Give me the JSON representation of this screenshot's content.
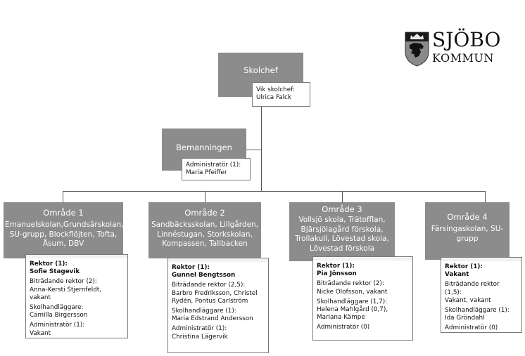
{
  "logo": {
    "name_line1": "SJÖBO",
    "name_line2": "KOMMUN"
  },
  "colors": {
    "box_fill": "#8c8c8c",
    "box_text": "#ffffff",
    "line": "#555555",
    "note_border": "#7a7a7a"
  },
  "skolchef": {
    "title": "Skolchef",
    "note_label": "Vik skolchef:",
    "note_value": "Ulrica Falck"
  },
  "bemanningen": {
    "title": "Bemanningen",
    "note_label": "Administratör (1):",
    "note_value": "Maria Pfeiffer"
  },
  "areas": [
    {
      "title": "Område 1",
      "schools": "Emanuelskolan,Grundsärskolan, SU-grupp, Blockflöjten, Tofta, Åsum, DBV",
      "roles": [
        {
          "label": "Rektor (1):",
          "value": "Sofie Stagevik",
          "bold": true
        },
        {
          "label": "Biträdande rektor (2):",
          "value": "Anna-Kersti Stjernfeldt, vakant"
        },
        {
          "label": "Skolhandläggare:",
          "value": "Camilla Birgersson"
        },
        {
          "label": "Administratör (1):",
          "value": "Vakant"
        }
      ]
    },
    {
      "title": "Område 2",
      "schools": "Sandbäcksskolan, Lillgården, Linnéstugan, Storkskolan, Kompassen, Tallbacken",
      "roles": [
        {
          "label": "Rektor (1):",
          "value": "Gunnel Bengtsson",
          "bold": true
        },
        {
          "label": "Biträdande rektor (2,5):",
          "value": "Barbro Fredriksson, Christel Rydén, Pontus Carlström"
        },
        {
          "label": "Skolhandläggare (1):",
          "value": "Maria Edstrand Andersson"
        },
        {
          "label": "Administratör (1):",
          "value": "Christina Lägervik"
        }
      ]
    },
    {
      "title": "Område 3",
      "schools": "Vollsjö skola, Trätofflan, Bjärsjölagård förskola, Trollakull, Lövestad skola, Lövestad förskola",
      "roles": [
        {
          "label": "Rektor (1):",
          "value": "Pia Jönsson",
          "bold": true
        },
        {
          "label": "Biträdande rektor (2):",
          "value": "Nicke Olofsson, vakant"
        },
        {
          "label": "Skolhandläggare (1,7):",
          "value": "Helena Mahlgård (0,7), Mariana Kämpe"
        },
        {
          "label": "Administratör (0)",
          "value": ""
        }
      ]
    },
    {
      "title": "Område 4",
      "schools": "Färsingaskolan, SU-grupp",
      "roles": [
        {
          "label": "Rektor (1):",
          "value": "Vakant",
          "bold": true
        },
        {
          "label": "Biträdande rektor (1,5):",
          "value": "Vakant, vakant"
        },
        {
          "label": "Skolhandläggare (1):",
          "value": "Ida Gröndahl"
        },
        {
          "label": "Administratör (0)",
          "value": ""
        }
      ]
    }
  ]
}
